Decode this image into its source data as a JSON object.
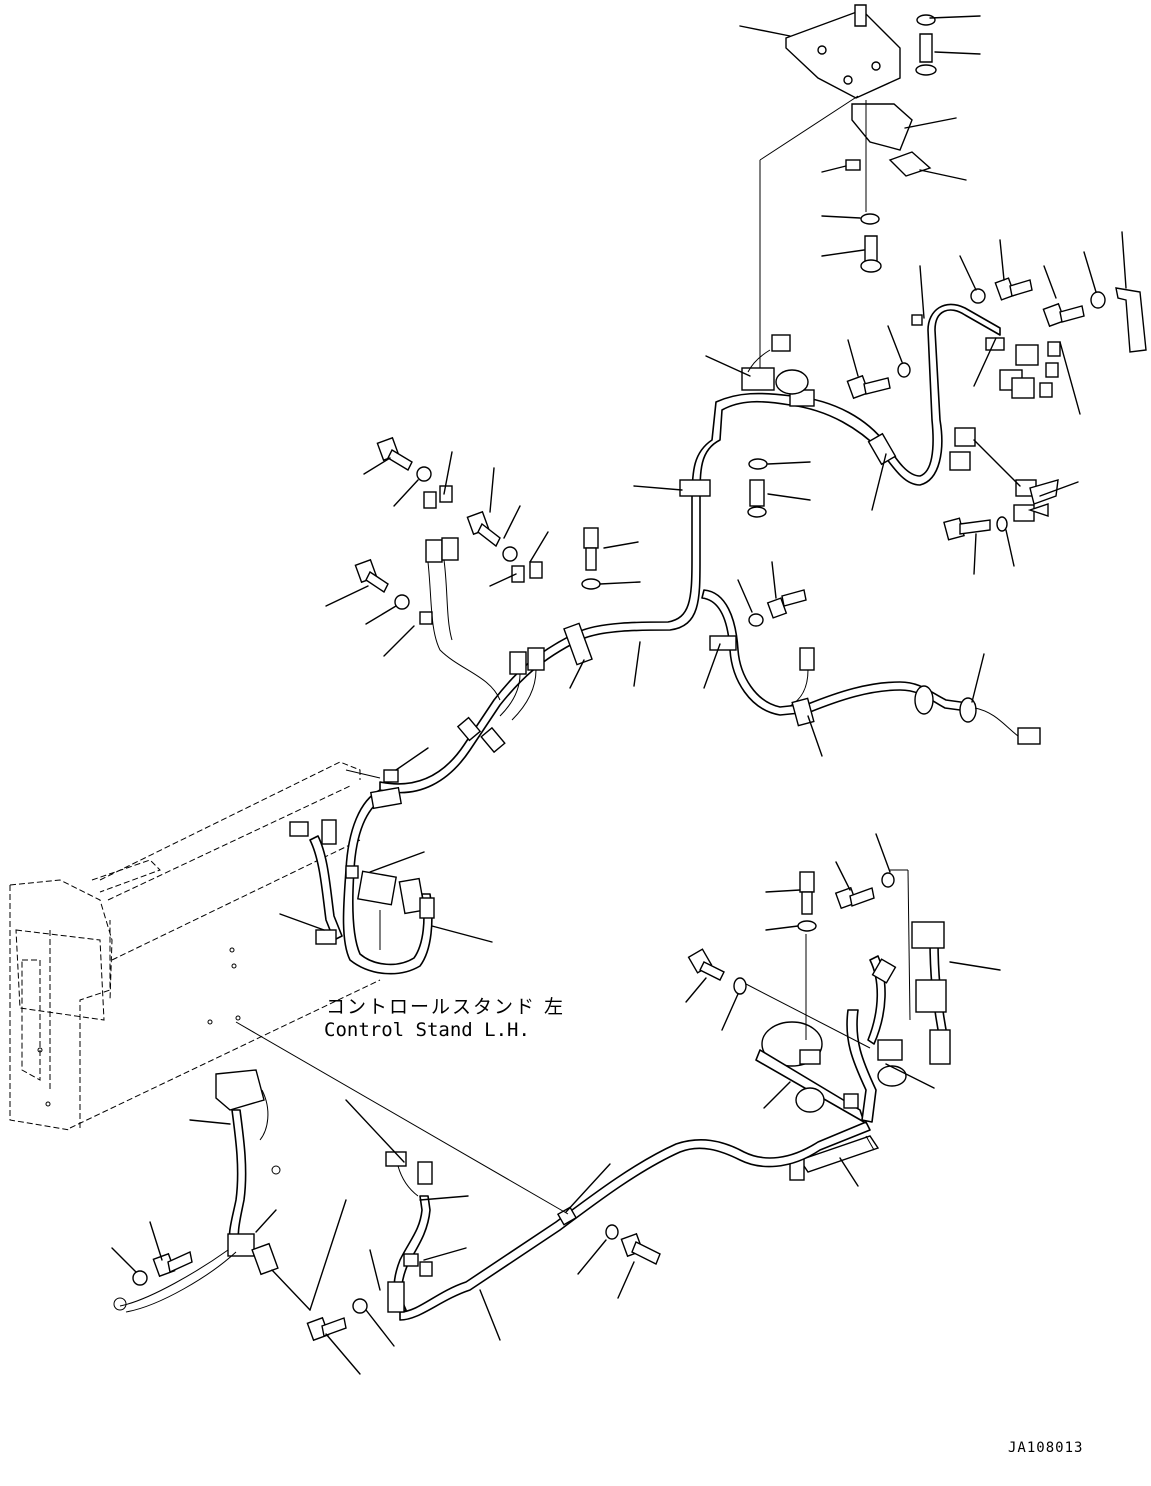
{
  "control_stand_label_jp": "コントロールスタンド 左",
  "control_stand_label_en": "Control Stand L.H.",
  "drawing_number": "JA108013"
}
